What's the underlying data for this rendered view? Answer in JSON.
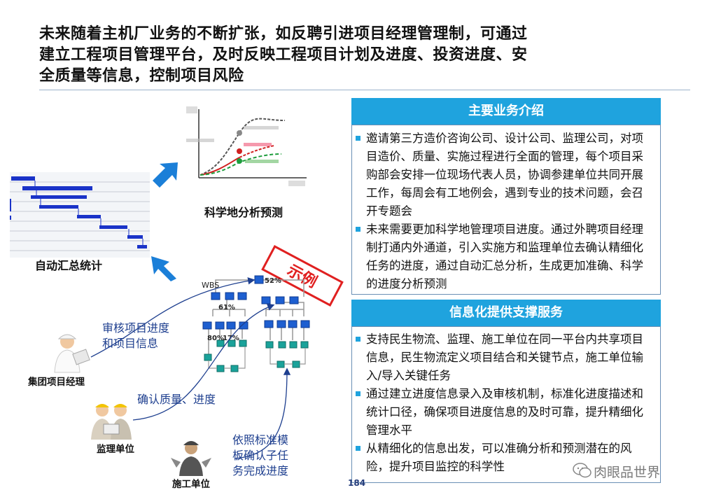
{
  "slide": {
    "title_lines": [
      "未来随着主机厂业务的不断扩张，如反聘引进项目经理管理制，可通过",
      "建立工程项目管理平台，及时反映工程项目计划及进度、投资进度、安",
      "全质量等信息，控制项目风险"
    ],
    "page_number": "184",
    "watermark": "肉眼品世界"
  },
  "left": {
    "gantt_caption": "自动汇总统计",
    "forecast_caption": "科学地分析预测",
    "example_stamp": "示例",
    "wbs": {
      "label": "WBS",
      "pct_top": "52%",
      "pct_mid": "61%",
      "pct_low1": "80%",
      "pct_low2": "17%"
    },
    "roles": {
      "manager": "集团项目经理",
      "supervisor": "监理单位",
      "contractor": "施工单位"
    },
    "notes": {
      "manager": [
        "审核项目进度",
        "和项目信息"
      ],
      "supervisor": [
        "确认质量、进度"
      ],
      "contractor": [
        "依照标准模",
        "板确认子任",
        "务完成进度"
      ]
    }
  },
  "right": {
    "section1": {
      "heading": "主要业务介绍",
      "bullets": [
        "邀请第三方造价咨询公司、设计公司、监理公司，对项目造价、质量、实施过程进行全面的管理，每个项目采购部会安排一位现场代表人员，协调参建单位共同开展工作，每周会有工地例会，遇到专业的技术问题，会召开专题会",
        "未来需要更加科学地管理项目进度。通过外聘项目经理制打通内外通道，引入实施方和监理单位去确认精细化任务的进度，通过自动汇总分析，生成更加准确、科学的进度分析预测"
      ]
    },
    "section2": {
      "heading": "信息化提供支撑服务",
      "bullets": [
        "支持民生物流、监理、施工单位在同一平台内共享项目信息，民生物流定义项目结合和关键节点，施工单位输入/导入关键任务",
        "通过建立进度信息录入及审核机制，标准化进度描述和统计口径，确保项目进度信息的及时可靠，提升精细化管理水平",
        "从精细化的信息出发，可以准确分析和预测潜在的风险，提升项目监控的科学性"
      ]
    }
  },
  "colors": {
    "accent": "#1fa3de",
    "gantt_bar": "#1a33c8",
    "stamp_red": "#e02020",
    "note_blue": "#1e3f8f",
    "wbs_box": "#1e5fd0",
    "wbs_leaf": "#1aa29a"
  }
}
